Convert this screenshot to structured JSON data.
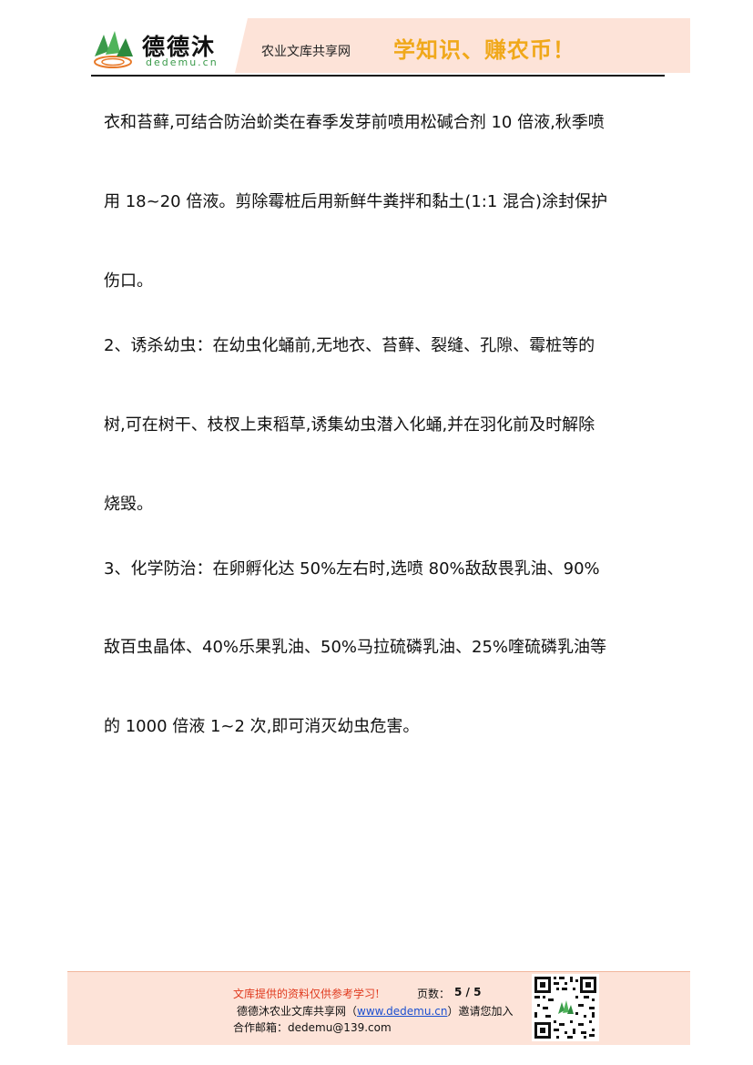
{
  "header": {
    "logo_cn": "德德沐",
    "logo_en": "dedemu.cn",
    "site_name": "农业文库共享网",
    "slogan": "学知识、赚农币！"
  },
  "body": {
    "lines": [
      "衣和苔藓,可结合防治蚧类在春季发芽前喷用松碱合剂 10 倍液,秋季喷",
      "用 18~20 倍液。剪除霉桩后用新鲜牛粪拌和黏土(1:1 混合)涂封保护",
      "伤口。",
      "2、诱杀幼虫：在幼虫化蛹前,无地衣、苔藓、裂缝、孔隙、霉桩等的",
      "树,可在树干、枝杈上束稻草,诱集幼虫潜入化蛹,并在羽化前及时解除",
      "烧毁。",
      "3、化学防治：在卵孵化达 50%左右时,选喷 80%敌敌畏乳油、90%",
      "敌百虫晶体、40%乐果乳油、50%马拉硫磷乳油、25%喹硫磷乳油等",
      "的 1000 倍液 1~2 次,即可消灭幼虫危害。"
    ]
  },
  "footer": {
    "notice": "文库提供的资料仅供参考学习!",
    "pages_label": "页数：",
    "pages_value": "5 / 5",
    "site_prefix": "德德沐农业文库共享网（",
    "site_url": "www.dedemu.cn",
    "site_suffix": "）邀请您加入",
    "email_label": "合作邮箱：",
    "email": "dedemu@139.com"
  },
  "colors": {
    "slogan": "#f0a81a",
    "footer_bg": "#fde3d8",
    "notice_red": "#e03a1e",
    "link_blue": "#1a4fd0",
    "logo_green": "#3a9a4a"
  },
  "icons": {
    "logo": "dedemu-leaf-logo",
    "qr": "qr-code-icon"
  }
}
